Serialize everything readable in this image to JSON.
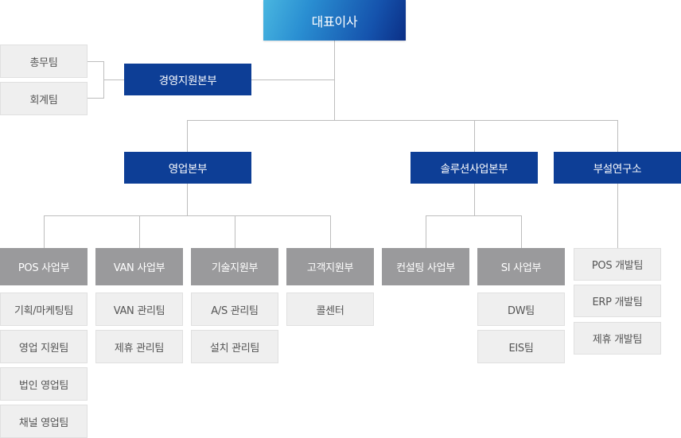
{
  "ceo": "대표이사",
  "support": {
    "division": "경영지원본부",
    "teams": [
      "총무팀",
      "회계팀"
    ]
  },
  "sales": {
    "division": "영업본부",
    "depts": [
      {
        "name": "POS 사업부",
        "teams": [
          "기획/마케팅팀",
          "영업 지원팀",
          "법인 영업팀",
          "채널 영업팀"
        ]
      },
      {
        "name": "VAN 사업부",
        "teams": [
          "VAN 관리팀",
          "제휴 관리팀"
        ]
      },
      {
        "name": "기술지원부",
        "teams": [
          "A/S 관리팀",
          "설치 관리팀"
        ]
      },
      {
        "name": "고객지원부",
        "teams": [
          "콜센터"
        ]
      }
    ]
  },
  "solution": {
    "division": "솔루션사업본부",
    "depts": [
      {
        "name": "컨설팅 사업부",
        "teams": []
      },
      {
        "name": "SI 사업부",
        "teams": [
          "DW팀",
          "EIS팀"
        ]
      }
    ]
  },
  "lab": {
    "division": "부설연구소",
    "teams": [
      "POS 개발팀",
      "ERP 개발팀",
      "제휴 개발팀"
    ]
  }
}
